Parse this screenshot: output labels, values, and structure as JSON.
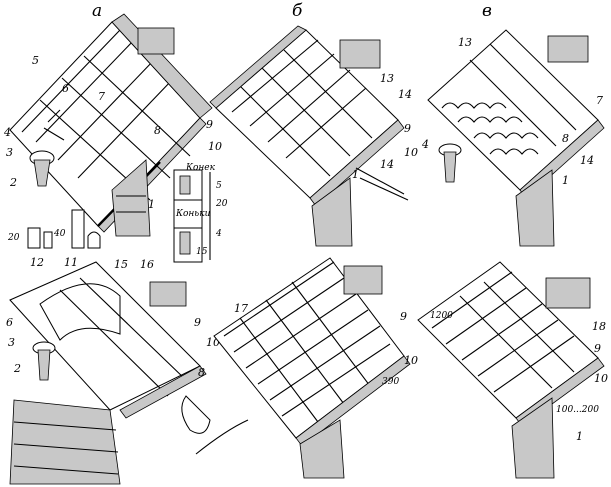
{
  "panel_letters": [
    "а",
    "б",
    "в"
  ],
  "callouts": {
    "a_top": [
      "5",
      "6",
      "7",
      "4",
      "3",
      "2",
      "8",
      "9",
      "10",
      "1"
    ],
    "a_detail": [
      "12",
      "11",
      "20",
      "40"
    ],
    "a_section": [
      "Конек",
      "Коньки",
      "5",
      "4",
      "20",
      "15"
    ],
    "b_top": [
      "13",
      "14",
      "9",
      "10",
      "1",
      "14"
    ],
    "v_top": [
      "13",
      "7",
      "8",
      "14",
      "4",
      "1"
    ],
    "a_bottom": [
      "15",
      "16",
      "6",
      "3",
      "2",
      "9",
      "10",
      "8"
    ],
    "b_bottom": [
      "17",
      "9",
      "10",
      "390"
    ],
    "v_bottom": [
      "1200",
      "18",
      "9",
      "10",
      "100...200",
      "1"
    ]
  }
}
